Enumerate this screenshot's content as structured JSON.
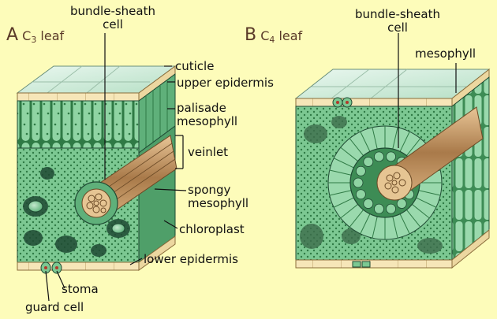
{
  "panels": {
    "a": {
      "letter": "A",
      "c": "C",
      "sub": "3",
      "word": "leaf"
    },
    "b": {
      "letter": "B",
      "c": "C",
      "sub": "4",
      "word": "leaf"
    }
  },
  "labels": {
    "a_bundle_sheath_1": "bundle-sheath",
    "a_bundle_sheath_2": "cell",
    "cuticle": "cuticle",
    "upper_epidermis": "upper epidermis",
    "palisade_1": "palisade",
    "palisade_2": "mesophyll",
    "veinlet": "veinlet",
    "spongy_1": "spongy",
    "spongy_2": "mesophyll",
    "chloroplast": "chloroplast",
    "lower_epidermis": "lower epidermis",
    "stoma": "stoma",
    "guard_cell": "guard cell",
    "b_bundle_sheath_1": "bundle-sheath",
    "b_bundle_sheath_2": "cell",
    "b_mesophyll": "mesophyll"
  },
  "colors": {
    "background": "#fdfcba",
    "cell_green": "#7cc892",
    "cell_dark_green": "#2f7a45",
    "cell_light": "#cfead6",
    "epidermis": "#f6e6b8",
    "vein_brown": "#a97a4a",
    "air_space": "#1f4a33",
    "title_brown": "#5a3a28"
  }
}
